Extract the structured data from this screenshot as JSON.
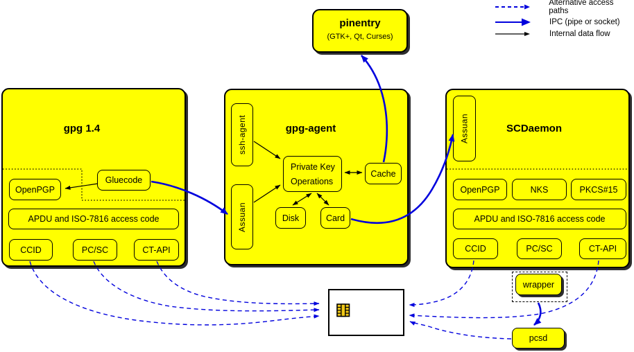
{
  "legend": {
    "items": [
      {
        "label": "Alternative access paths",
        "style": "blue-dashed-arrow"
      },
      {
        "label": "IPC (pipe or socket)",
        "style": "blue-thick-arrow"
      },
      {
        "label": "Internal data flow",
        "style": "black-arrow"
      }
    ]
  },
  "pinentry": {
    "title": "pinentry",
    "subtitle": "(GTK+, Qt, Curses)"
  },
  "gpg14": {
    "title": "gpg 1.4",
    "openpgp": "OpenPGP",
    "gluecode": "Gluecode",
    "apdu": "APDU and ISO-7816 access code",
    "ccid": "CCID",
    "pcsc": "PC/SC",
    "ctapi": "CT-API"
  },
  "gpg_agent": {
    "title": "gpg-agent",
    "ssh_agent": "ssh-agent",
    "assuan": "Assuan",
    "pko_line1": "Private Key",
    "pko_line2": "Operations",
    "cache": "Cache",
    "disk": "Disk",
    "card": "Card"
  },
  "scdaemon": {
    "title": "SCDaemon",
    "assuan": "Assuan",
    "openpgp": "OpenPGP",
    "nks": "NKS",
    "pkcs15": "PKCS#15",
    "apdu": "APDU and ISO-7816 access code",
    "ccid": "CCID",
    "pcsc": "PC/SC",
    "ctapi": "CT-API"
  },
  "wrapper": {
    "label": "wrapper"
  },
  "pcsd": {
    "label": "pcsd"
  },
  "colors": {
    "box_fill": "#ffff00",
    "ipc_blue": "#0000dd",
    "line_black": "#000000",
    "chip_gold": "#f0c818",
    "card_white": "#ffffff"
  }
}
